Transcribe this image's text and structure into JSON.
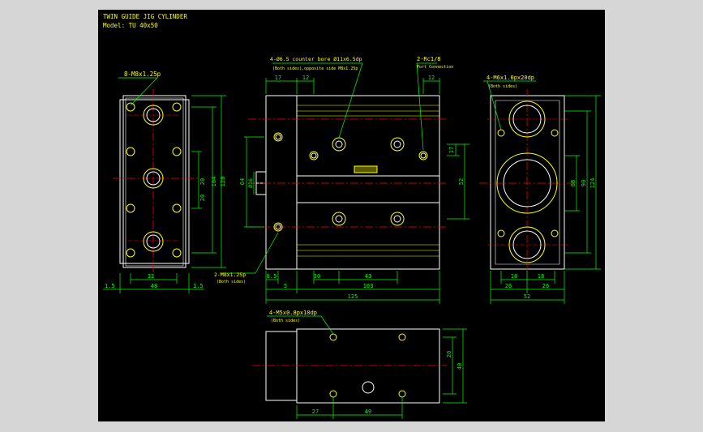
{
  "title": {
    "line1": "TWIN GUIDE JIG CYLINDER",
    "line2": "Model: TU 40x50"
  },
  "colors": {
    "background": "#000000",
    "canvas": "#d6d6d6",
    "outline": "#ffffff",
    "dimension": "#00ff00",
    "centerline": "#ff0000",
    "annotation": "#ffff00",
    "hidden": "#ffff00"
  },
  "front_view": {
    "callout_bolts": "8-M8x1.25p",
    "dims": {
      "width": "48",
      "overhang_left": "1.5",
      "overhang_right": "1.5",
      "bolt_span": "32",
      "upper_pitch": "20",
      "lower_pitch": "20",
      "height_inner": "104",
      "height_outer": "120"
    }
  },
  "side_view": {
    "callout_counterbore": "4-Ø6.5  counter bore Ø11x6.5dp",
    "callout_counterbore_sub": "(Both sides),opposite side M8x1.25p",
    "callout_port": "2-Rc1/8",
    "callout_port_sub": "Port Connection",
    "callout_plate": "2-M8x1.25p",
    "callout_plate_sub": "(Both sides)",
    "dims": {
      "plate_thick": "17",
      "counterbore_offset": "12",
      "port_offset": "12",
      "rod_dia": "Ø16",
      "guide_span": "64",
      "port_pitch": "17",
      "port_height": "52",
      "plate_gap": "8.5",
      "body_offset": "5",
      "first_hole": "30",
      "hole_pitch": "43",
      "body_length": "103",
      "overall_length": "125"
    }
  },
  "end_view": {
    "callout_taps": "4-M6x1.0px20dp",
    "callout_taps_sub": "(Both sides)",
    "dims": {
      "center_left": "26",
      "center_right": "26",
      "hole_left": "18",
      "hole_right": "18",
      "width": "52",
      "hole_span": "68",
      "height_inner": "90",
      "height_outer": "124"
    }
  },
  "bottom_view": {
    "callout_taps": "4-M5x0.8px10dp",
    "callout_taps_sub": "(Both sides)",
    "dims": {
      "hole_pitch_v": "20",
      "height": "40",
      "first_hole": "27",
      "hole_pitch_h": "49"
    }
  }
}
